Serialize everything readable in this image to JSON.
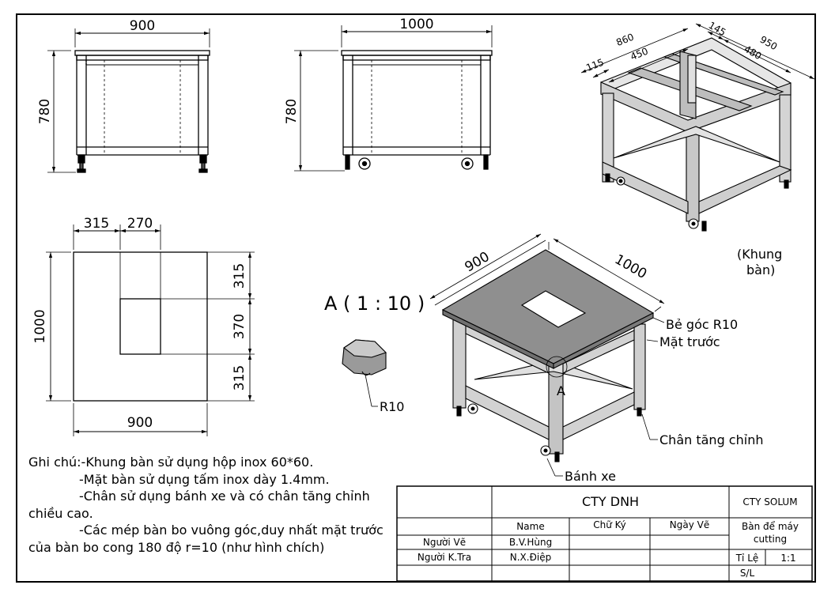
{
  "front_view": {
    "width_dim": "900",
    "height_dim": "780"
  },
  "side_view": {
    "width_dim": "1000",
    "height_dim": "780"
  },
  "top_view": {
    "dim_left": "315",
    "dim_opening": "270",
    "dim_r1": "315",
    "dim_r2": "370",
    "dim_r3": "315",
    "dim_height": "1000",
    "dim_width": "900"
  },
  "iso_frame": {
    "dims": {
      "d860": "860",
      "d450": "450",
      "d115": "115",
      "d145": "145",
      "d950": "950",
      "d480": "480"
    },
    "caption_line1": "(Khung",
    "caption_line2": "bàn)"
  },
  "iso_table": {
    "dim_900": "900",
    "dim_1000": "1000",
    "detail_label": "A ( 1 : 10 )",
    "detail_marker": "A",
    "r10_label": "R10",
    "callout_corner": "Bẻ góc R10",
    "callout_front": "Mặt trước",
    "callout_foot": "Chân tăng chỉnh",
    "callout_wheel": "Bánh xe"
  },
  "notes": {
    "line1": "Ghi chú:-Khung bàn sử dụng hộp inox 60*60.",
    "line2": "-Mặt bàn sử dụng tấm inox dày 1.4mm.",
    "line3": "-Chân sử dụng bánh xe và có chân tăng chỉnh",
    "line4": "chiều cao.",
    "line5": "-Các mép bàn bo vuông góc,duy nhất mặt trước",
    "line6": "của bàn bo cong 180 độ r=10 (như hình chích)"
  },
  "title_block": {
    "company": "CTY DNH",
    "company_right": "CTY SOLUM",
    "col_name": "Name",
    "col_sign": "Chữ Ký",
    "col_date": "Ngày Vẽ",
    "product_line1": "Bàn để máy",
    "product_line2": "cutting",
    "role_drawer": "Người Vẽ",
    "name_drawer": "B.V.Hùng",
    "role_checker": "Người K.Tra",
    "name_checker": "N.X.Điệp",
    "scale_label": "Tỉ Lệ",
    "scale_value": "1:1",
    "sheet_label": "S/L"
  }
}
